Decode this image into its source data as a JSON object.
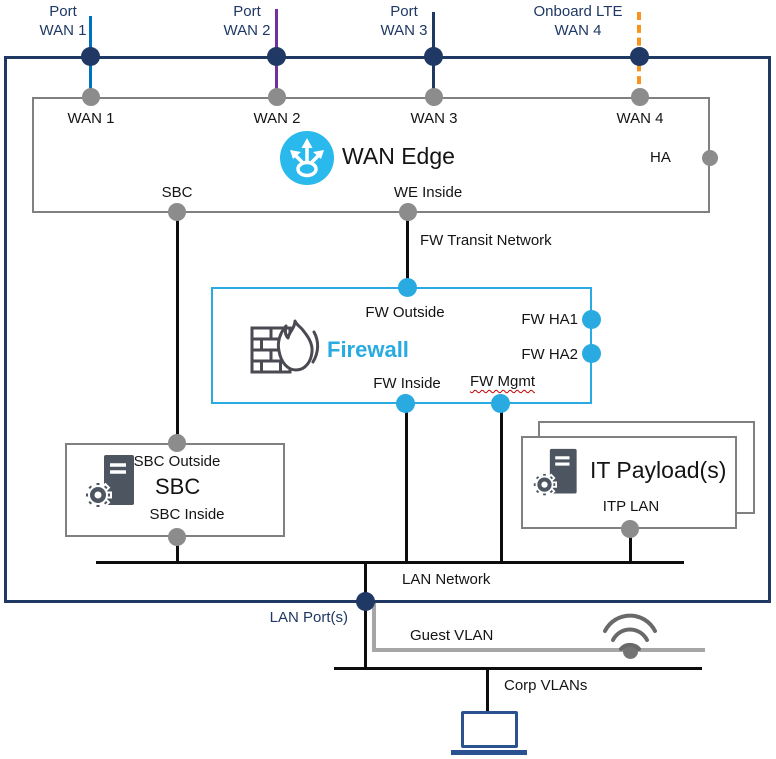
{
  "top_ports": [
    {
      "line1": "Port",
      "line2": "WAN 1"
    },
    {
      "line1": "Port",
      "line2": "WAN 2"
    },
    {
      "line1": "Port",
      "line2": "WAN 3"
    },
    {
      "line1": "Onboard LTE",
      "line2": "WAN 4"
    }
  ],
  "wan_edge": {
    "title": "WAN Edge",
    "port_labels": [
      "WAN 1",
      "WAN 2",
      "WAN 3",
      "WAN 4"
    ],
    "ha_label": "HA",
    "sbc_port_label": "SBC",
    "we_inside_label": "WE Inside"
  },
  "firewall": {
    "title": "Firewall",
    "transit_network_label": "FW Transit Network",
    "outside_label": "FW Outside",
    "ha1_label": "FW HA1",
    "ha2_label": "FW HA2",
    "inside_label": "FW Inside",
    "mgmt_label": "FW Mgmt"
  },
  "sbc": {
    "title": "SBC",
    "outside_label": "SBC Outside",
    "inside_label": "SBC Inside"
  },
  "it_payload": {
    "title": "IT Payload(s)",
    "lan_label": "ITP LAN"
  },
  "lan": {
    "network_label": "LAN Network",
    "ports_label": "LAN Port(s)",
    "guest_vlan_label": "Guest VLAN",
    "corp_vlans_label": "Corp VLANs"
  },
  "colors": {
    "outer_border": "#1F3864",
    "wan1_cable": "#0070C0",
    "wan2_cable": "#7030A0",
    "wan3_cable": "#1F3864",
    "wan4_cable_dashed": "#F7941D",
    "gray_node": "#8C8C8C",
    "firewall_accent": "#29ABE2",
    "wan_edge_icon_fill": "#29B9EC",
    "dark_node": "#1F3864",
    "black_line": "#0D0D0D",
    "gray_line": "#A6A6A6",
    "laptop": "#2A5291"
  }
}
